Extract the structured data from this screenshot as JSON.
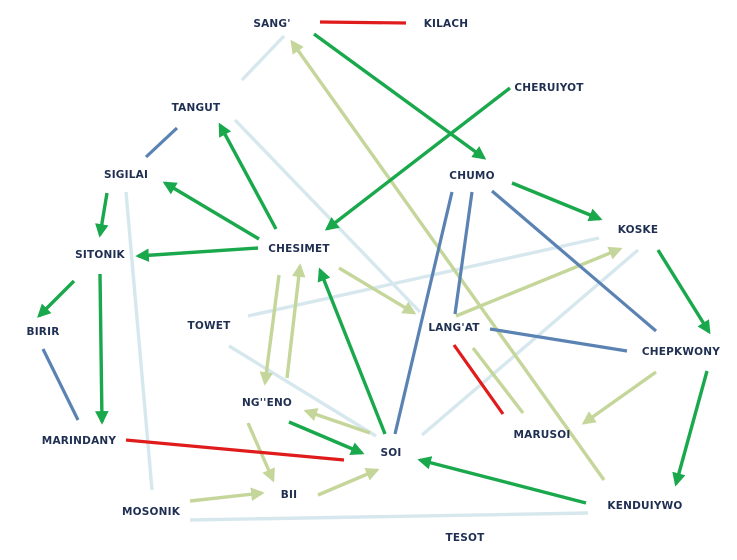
{
  "colors": {
    "conflict": "#e01b1b",
    "strong": "#1aa84c",
    "weak": "#c5d69a",
    "bond": "#5a82b3",
    "faint": "#d6e8ee",
    "label": "#1f2f52"
  },
  "nodes": [
    {
      "id": "SANG",
      "label": "SANG'"
    },
    {
      "id": "KILACH",
      "label": "KILACH"
    },
    {
      "id": "CHERUIYOT",
      "label": "CHERUIYOT"
    },
    {
      "id": "TANGUT",
      "label": "TANGUT"
    },
    {
      "id": "SIGILAI",
      "label": "SIGILAI"
    },
    {
      "id": "CHUMO",
      "label": "CHUMO"
    },
    {
      "id": "KOSKE",
      "label": "KOSKE"
    },
    {
      "id": "SITONIK",
      "label": "SITONIK"
    },
    {
      "id": "CHESIMET",
      "label": "CHESIMET"
    },
    {
      "id": "BIRIR",
      "label": "BIRIR"
    },
    {
      "id": "TOWET",
      "label": "TOWET"
    },
    {
      "id": "LANGAT",
      "label": "LANG'AT"
    },
    {
      "id": "CHEPKWONY",
      "label": "CHEPKWONY"
    },
    {
      "id": "NGENO",
      "label": "NG''ENO"
    },
    {
      "id": "MARUSOI",
      "label": "MARUSOI"
    },
    {
      "id": "MARINDANY",
      "label": "MARINDANY"
    },
    {
      "id": "SOI",
      "label": "SOI"
    },
    {
      "id": "BII",
      "label": "BII"
    },
    {
      "id": "KENDUIYWO",
      "label": "KENDUIYWO"
    },
    {
      "id": "MOSONIK",
      "label": "MOSONIK"
    },
    {
      "id": "TESOT",
      "label": "TESOT"
    }
  ],
  "edges": [
    {
      "id": "sang-kilach",
      "type": "conflict",
      "arrow": false
    },
    {
      "id": "marindany-soi",
      "type": "conflict",
      "arrow": false
    },
    {
      "id": "langat-marusoi",
      "type": "conflict",
      "arrow": false
    },
    {
      "id": "sang-chumo",
      "type": "strong",
      "arrow": true
    },
    {
      "id": "cheruiyot-chesimet",
      "type": "strong",
      "arrow": true
    },
    {
      "id": "chumo-koske",
      "type": "strong",
      "arrow": true
    },
    {
      "id": "koske-chepkwony",
      "type": "strong",
      "arrow": true
    },
    {
      "id": "chepkwony-kenduiywo",
      "type": "strong",
      "arrow": true
    },
    {
      "id": "kenduiywo-soi",
      "type": "strong",
      "arrow": true
    },
    {
      "id": "soi-chesimet",
      "type": "strong",
      "arrow": true
    },
    {
      "id": "chesimet-tangut",
      "type": "strong",
      "arrow": true
    },
    {
      "id": "chesimet-sigilai",
      "type": "strong",
      "arrow": true
    },
    {
      "id": "chesimet-sitonik",
      "type": "strong",
      "arrow": true
    },
    {
      "id": "sigilai-sitonik",
      "type": "strong",
      "arrow": true
    },
    {
      "id": "sitonik-birir",
      "type": "strong",
      "arrow": true
    },
    {
      "id": "sitonik-marindany",
      "type": "strong",
      "arrow": true
    },
    {
      "id": "ngeno-soi",
      "type": "strong",
      "arrow": true
    },
    {
      "id": "kenduiywo-sang",
      "type": "weak",
      "arrow": true
    },
    {
      "id": "chesimet-langat",
      "type": "weak",
      "arrow": true
    },
    {
      "id": "langat-koske",
      "type": "weak",
      "arrow": true
    },
    {
      "id": "chepkwony-marusoi",
      "type": "weak",
      "arrow": true
    },
    {
      "id": "chesimet-ngeno",
      "type": "weak",
      "arrow": true
    },
    {
      "id": "ngeno-chesimet",
      "type": "weak",
      "arrow": true
    },
    {
      "id": "soi-ngeno",
      "type": "weak",
      "arrow": true
    },
    {
      "id": "ngeno-bii",
      "type": "weak",
      "arrow": true
    },
    {
      "id": "bii-soi",
      "type": "weak",
      "arrow": true
    },
    {
      "id": "mosonik-bii",
      "type": "weak",
      "arrow": true
    },
    {
      "id": "marusoi-langat",
      "type": "weak",
      "arrow": false
    },
    {
      "id": "tangut-sigilai",
      "type": "bond",
      "arrow": false
    },
    {
      "id": "birir-marindany",
      "type": "bond",
      "arrow": false
    },
    {
      "id": "chumo-soi",
      "type": "bond",
      "arrow": false
    },
    {
      "id": "chumo-langat",
      "type": "bond",
      "arrow": false
    },
    {
      "id": "chumo-chepkwony",
      "type": "bond",
      "arrow": false
    },
    {
      "id": "langat-chepkwony",
      "type": "bond",
      "arrow": false
    },
    {
      "id": "sang-tangut",
      "type": "faint",
      "arrow": false
    },
    {
      "id": "tangut-langat",
      "type": "faint",
      "arrow": false
    },
    {
      "id": "sigilai-mosonik",
      "type": "faint",
      "arrow": false
    },
    {
      "id": "towet-koske",
      "type": "faint",
      "arrow": false
    },
    {
      "id": "towet-soi",
      "type": "faint",
      "arrow": false
    },
    {
      "id": "koske-soi",
      "type": "faint",
      "arrow": false
    },
    {
      "id": "mosonik-kenduiywo",
      "type": "faint",
      "arrow": false
    }
  ]
}
